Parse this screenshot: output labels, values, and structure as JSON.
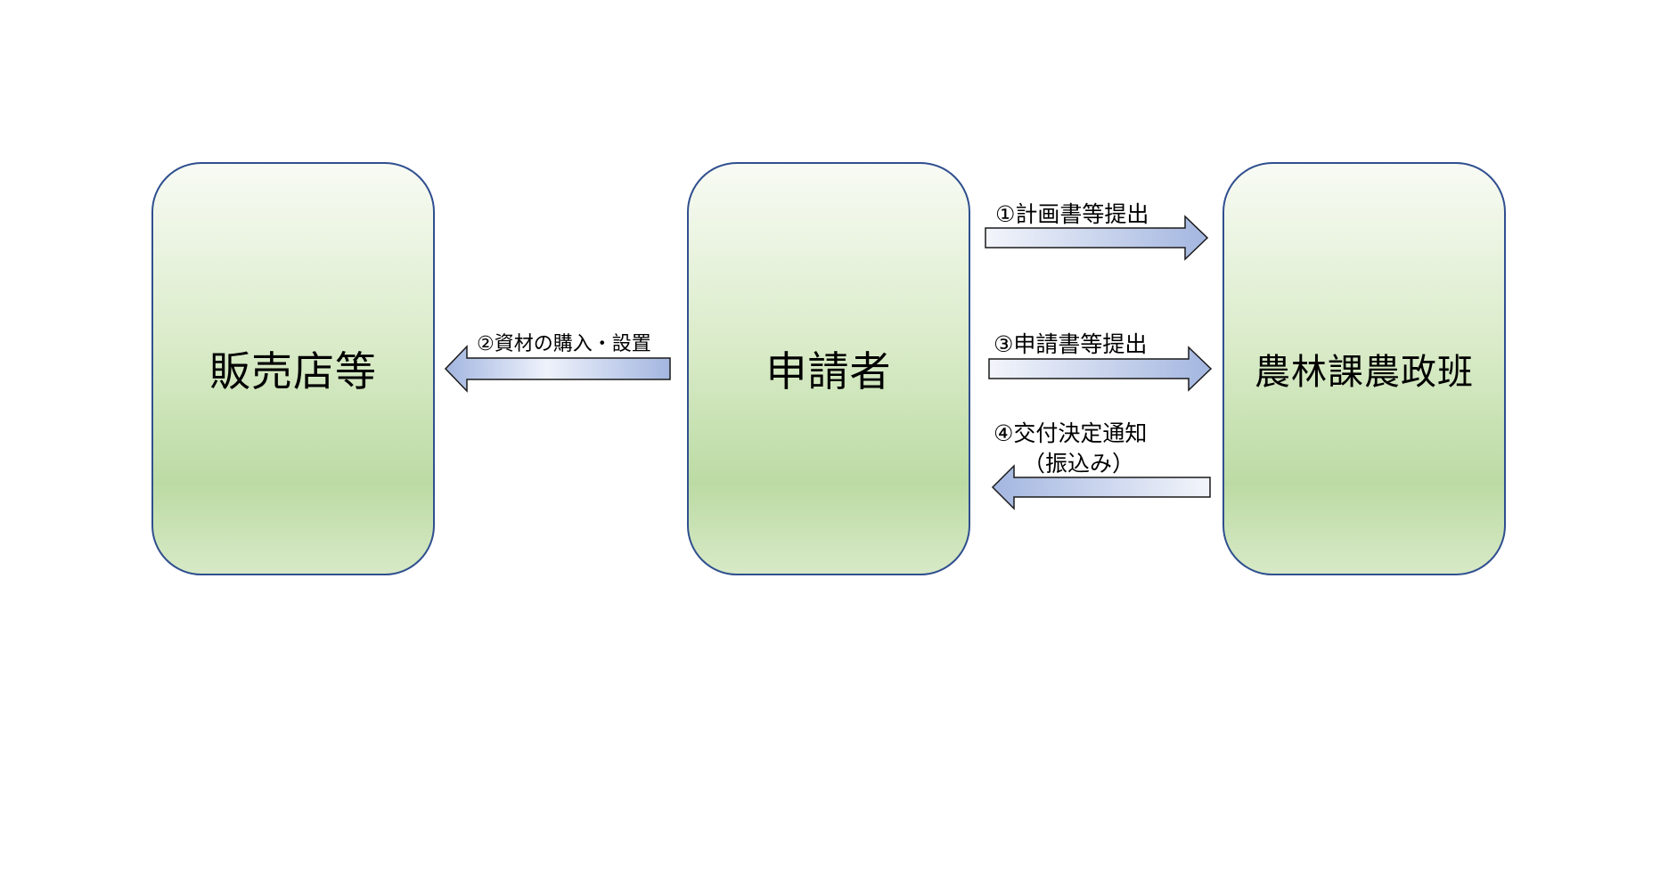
{
  "nodes": {
    "store": "販売店等",
    "applicant": "申請者",
    "office": "農林課農政班"
  },
  "arrows": {
    "plan_submit": "①計画書等提出",
    "purchase": "②資材の購入・設置",
    "application_submit": "③申請書等提出",
    "decision_line1": "④交付決定通知",
    "decision_line2": "（振込み）"
  },
  "colors": {
    "box_border": "#2f4f8f",
    "box_fill_top": "#f8fbf4",
    "box_fill_mid": "#bcdba4",
    "arrow_fill_light": "#eef2fb",
    "arrow_fill_dark": "#a9bbe3"
  }
}
